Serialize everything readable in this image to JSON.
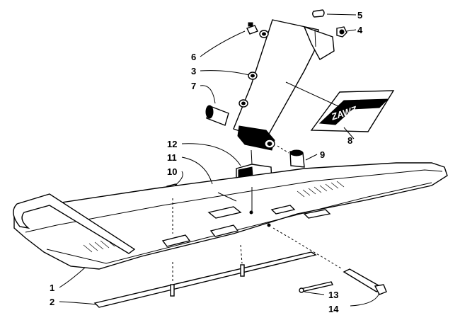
{
  "diagram": {
    "decal_text": "ZAWZ",
    "callouts": [
      {
        "id": "callout-1",
        "text": "1"
      },
      {
        "id": "callout-2",
        "text": "2"
      },
      {
        "id": "callout-3",
        "text": "3"
      },
      {
        "id": "callout-4",
        "text": "4"
      },
      {
        "id": "callout-5",
        "text": "5"
      },
      {
        "id": "callout-6",
        "text": "6"
      },
      {
        "id": "callout-7",
        "text": "7"
      },
      {
        "id": "callout-8",
        "text": "8"
      },
      {
        "id": "callout-9",
        "text": "9"
      },
      {
        "id": "callout-10",
        "text": "10"
      },
      {
        "id": "callout-11",
        "text": "11"
      },
      {
        "id": "callout-12",
        "text": "12"
      },
      {
        "id": "callout-13",
        "text": "13"
      },
      {
        "id": "callout-14",
        "text": "14"
      }
    ]
  }
}
